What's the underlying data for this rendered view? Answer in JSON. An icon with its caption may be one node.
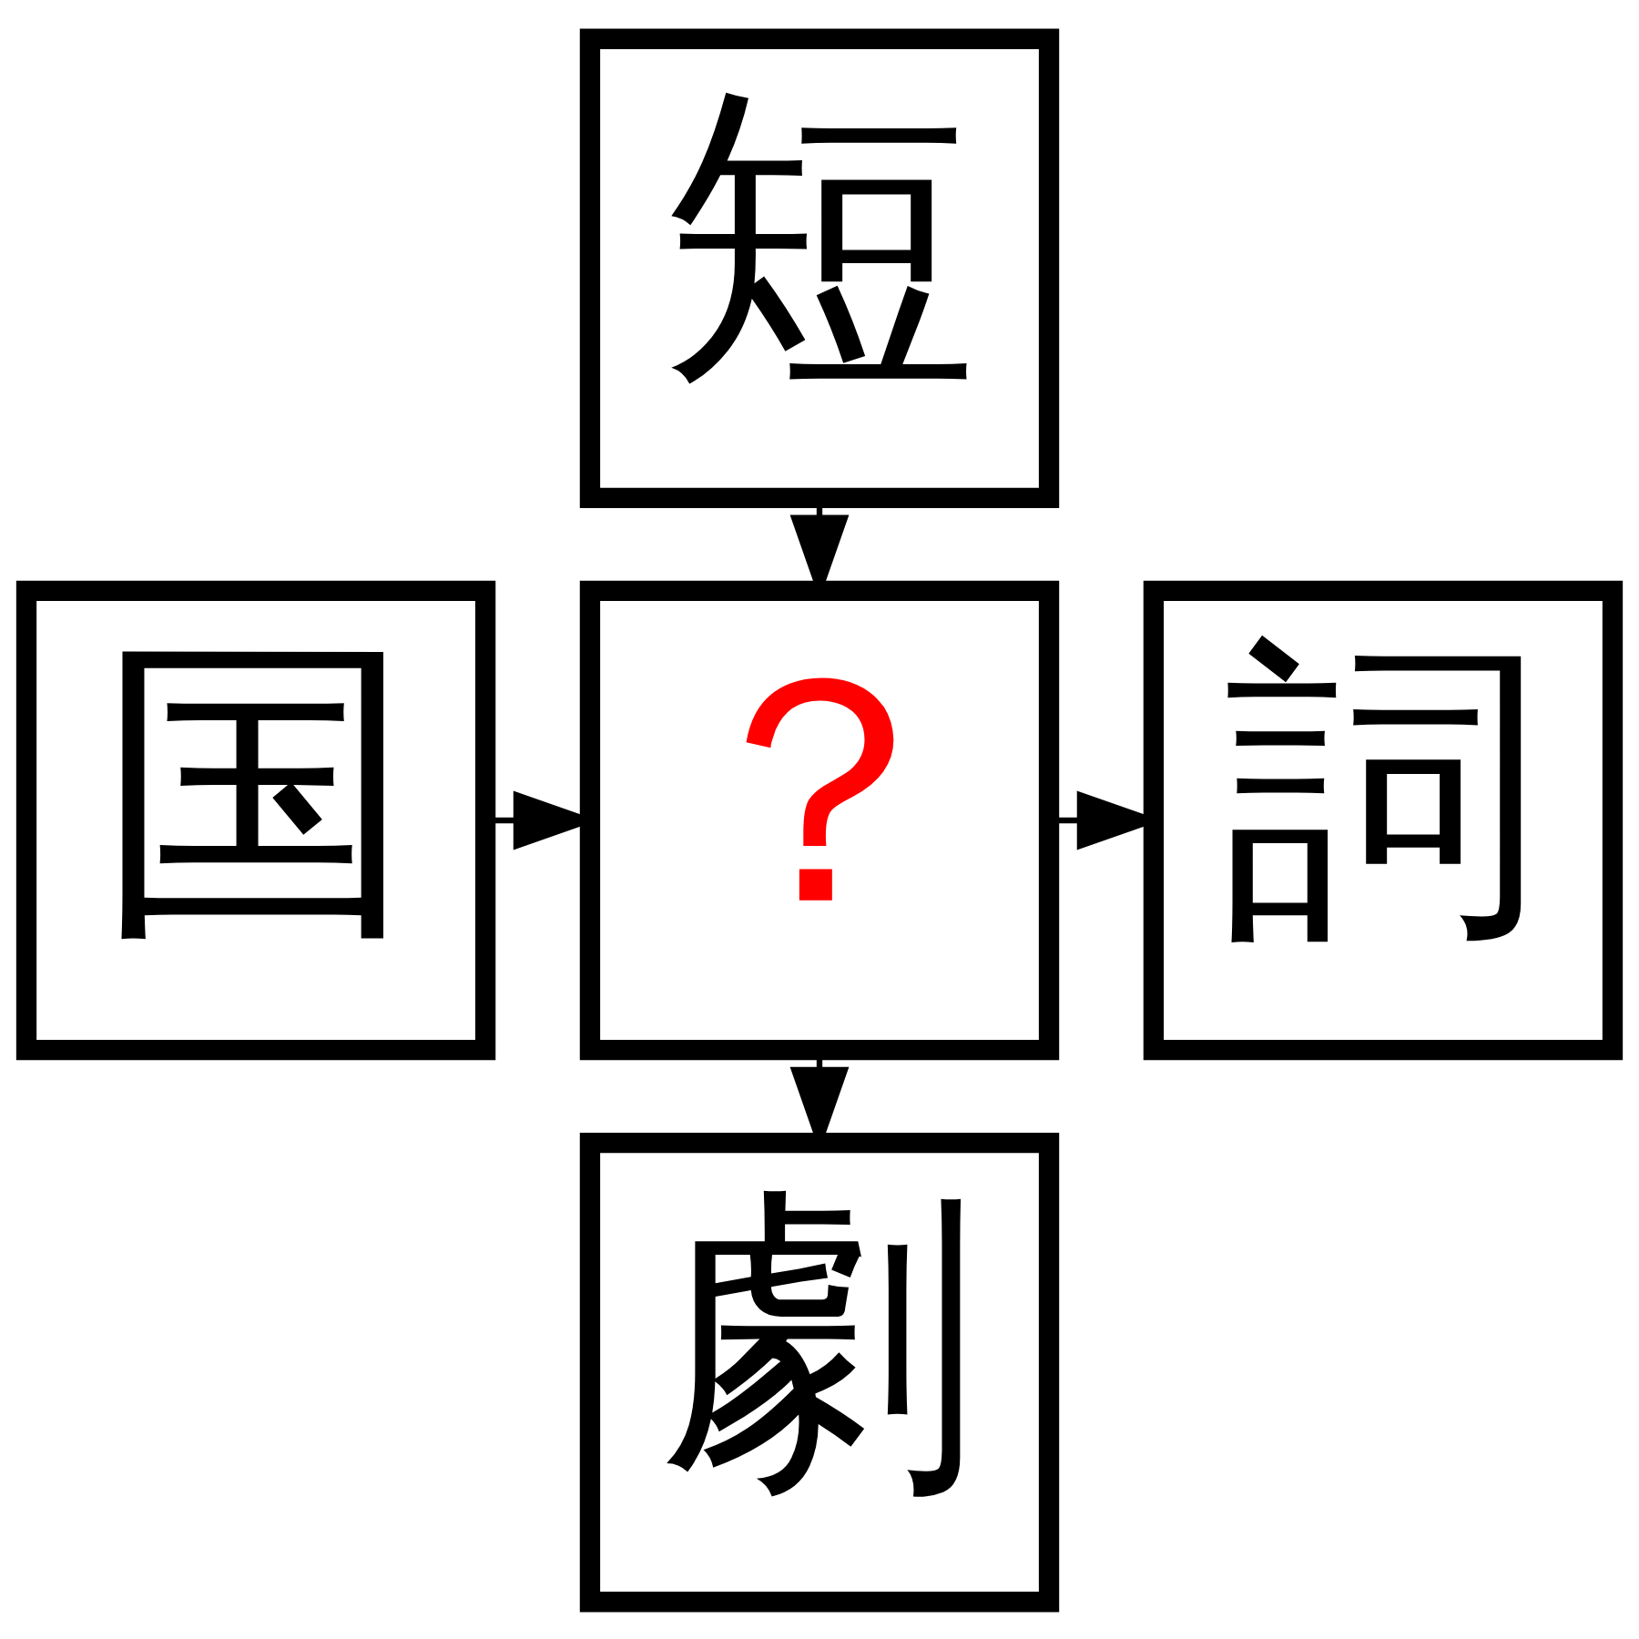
{
  "diagram": {
    "nodes": [
      {
        "text": [
          "短"
        ]
      },
      {
        "text": [
          "国"
        ]
      },
      {
        "text": [
          "？"
        ]
      },
      {
        "text": [
          "詞"
        ]
      },
      {
        "text": [
          "劇"
        ]
      }
    ],
    "edges": [
      {
        "from": 0,
        "to": 2,
        "arrow": "to"
      },
      {
        "from": 1,
        "to": 2,
        "arrow": "to"
      },
      {
        "from": 2,
        "to": 3,
        "arrow": "to"
      },
      {
        "from": 2,
        "to": 4,
        "arrow": "to"
      }
    ]
  }
}
